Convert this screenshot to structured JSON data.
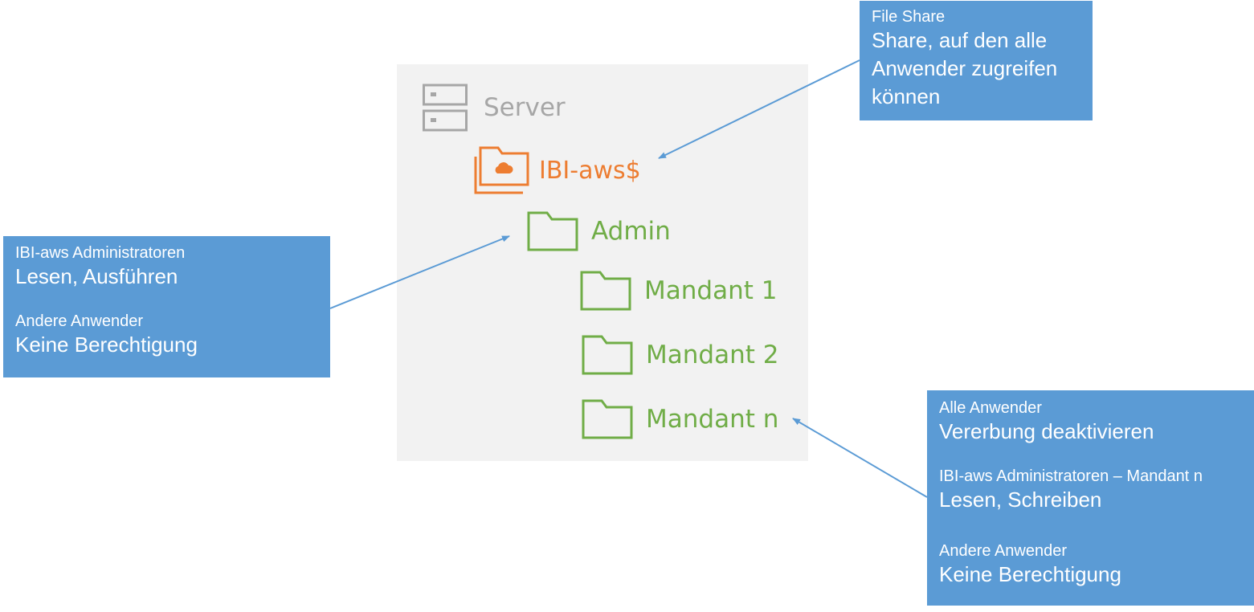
{
  "diagram": {
    "server": {
      "label": "Server",
      "icon": "server-icon",
      "color": "#a6a6a6"
    },
    "share": {
      "label": "IBI-aws$",
      "icon": "cloud-folder-icon",
      "color": "#ed7d31"
    },
    "folders": [
      {
        "label": "Admin",
        "icon": "folder-icon"
      },
      {
        "label": "Mandant 1",
        "icon": "folder-icon"
      },
      {
        "label": "Mandant 2",
        "icon": "folder-icon"
      },
      {
        "label": "Mandant n",
        "icon": "folder-icon"
      }
    ],
    "folder_color": "#70ad47",
    "panel_color": "#f2f2f2",
    "callout_color": "#5b9bd5"
  },
  "callouts": {
    "fileshare": {
      "title": "File Share",
      "line1": "Share, auf den alle",
      "line2": "Anwender zugreifen",
      "line3": "können"
    },
    "admin": {
      "group1": "IBI-aws Administratoren",
      "perm1": "Lesen, Ausführen",
      "group2": "Andere Anwender",
      "perm2": "Keine Berechtigung"
    },
    "mandant": {
      "group1": "Alle Anwender",
      "perm1": "Vererbung deaktivieren",
      "group2": "IBI-aws Administratoren – Mandant n",
      "perm2": "Lesen, Schreiben",
      "group3": "Andere Anwender",
      "perm3": "Keine Berechtigung"
    }
  }
}
